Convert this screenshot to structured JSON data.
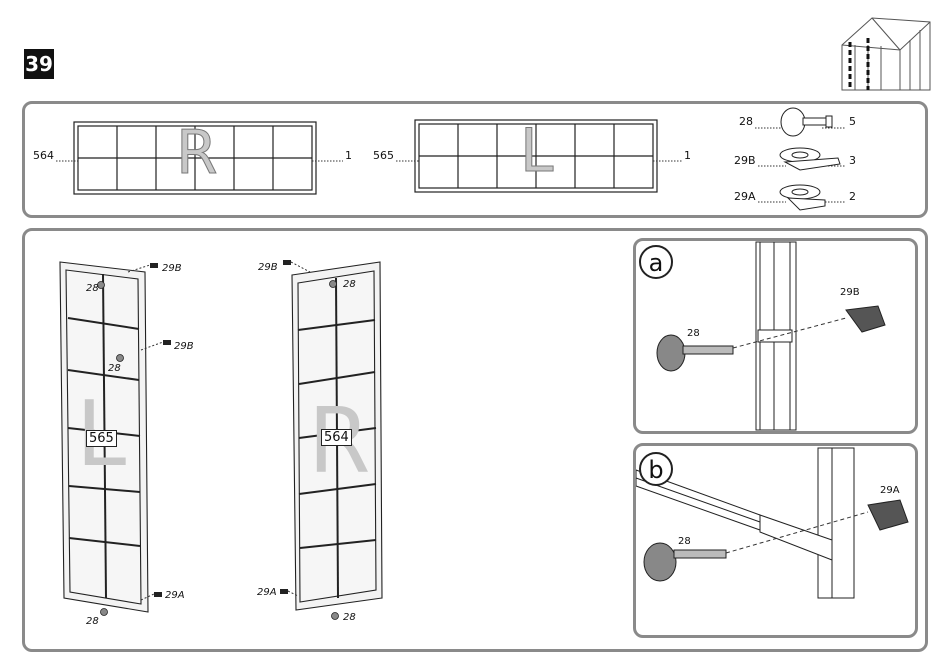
{
  "step": {
    "number": "39"
  },
  "parts_panel": {
    "panel_r": {
      "code": "564",
      "qty": "1",
      "letter": "R"
    },
    "panel_l": {
      "code": "565",
      "qty": "1",
      "letter": "L"
    },
    "hardware": [
      {
        "code": "28",
        "qty": "5"
      },
      {
        "code": "29B",
        "qty": "3"
      },
      {
        "code": "29A",
        "qty": "2"
      }
    ]
  },
  "assembly": {
    "left_panel": {
      "code": "565",
      "letter": "L",
      "callouts": {
        "top_clip": "29B",
        "top_bolt": "28",
        "mid_clip": "29B",
        "mid_bolt": "28",
        "bottom_clip": "29A",
        "bottom_bolt": "28"
      }
    },
    "right_panel": {
      "code": "564",
      "letter": "R",
      "callouts": {
        "top_clip": "29B",
        "top_bolt": "28",
        "bottom_clip": "29A",
        "bottom_bolt": "28"
      }
    }
  },
  "detail_a": {
    "label": "a",
    "bolt": "28",
    "clip": "29B"
  },
  "detail_b": {
    "label": "b",
    "bolt": "28",
    "clip": "29A"
  }
}
